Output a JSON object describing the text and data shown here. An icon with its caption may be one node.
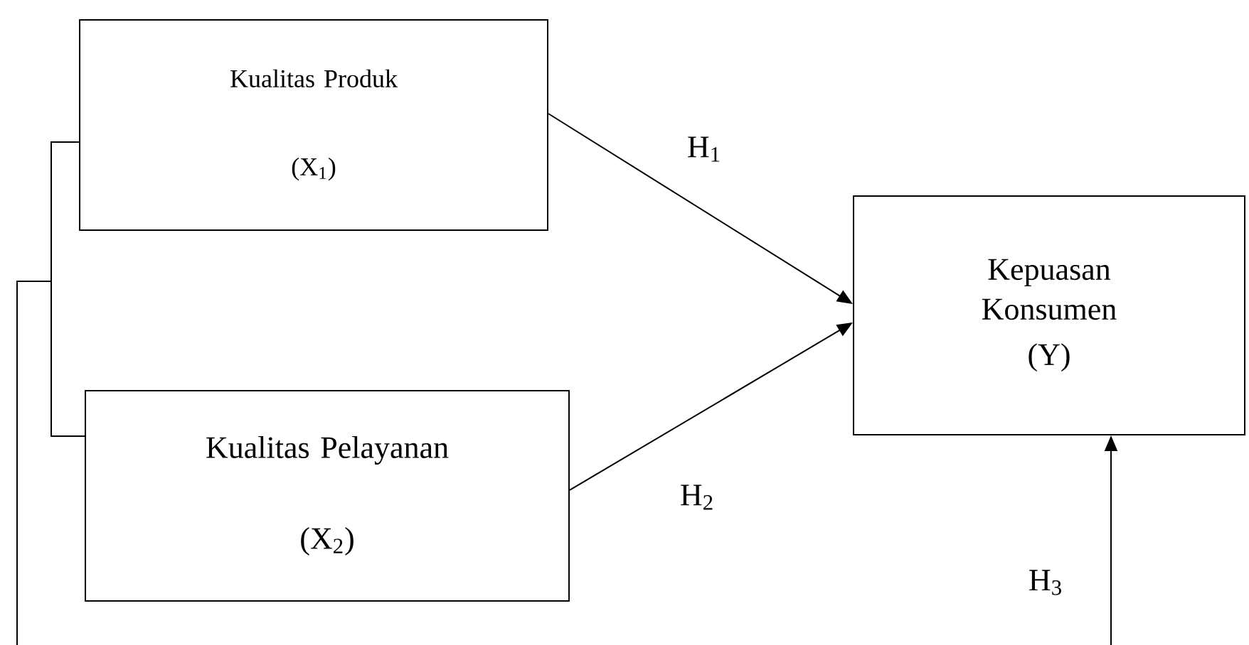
{
  "diagram": {
    "nodes": [
      {
        "text": [
          "Kualitas Produk",
          "(X$_{1}$)"
        ]
      },
      {
        "text": [
          "Kualitas Pelayanan",
          "(X$_{2}$)"
        ]
      },
      {
        "text": [
          "Kepuasan Konsumen",
          "(Y)"
        ]
      }
    ],
    "edges": [
      {
        "from": 0,
        "to": 2,
        "arrow": "to",
        "label": "H$_{1}$"
      },
      {
        "from": 1,
        "to": 2,
        "arrow": "to",
        "label": "H$_{2}$"
      },
      {
        "from": 0,
        "to": null,
        "arrow": "none"
      },
      {
        "from": 1,
        "to": null,
        "arrow": "none"
      },
      {
        "from": null,
        "to": 2,
        "arrow": "to",
        "label": "H$_{3}$"
      }
    ]
  }
}
